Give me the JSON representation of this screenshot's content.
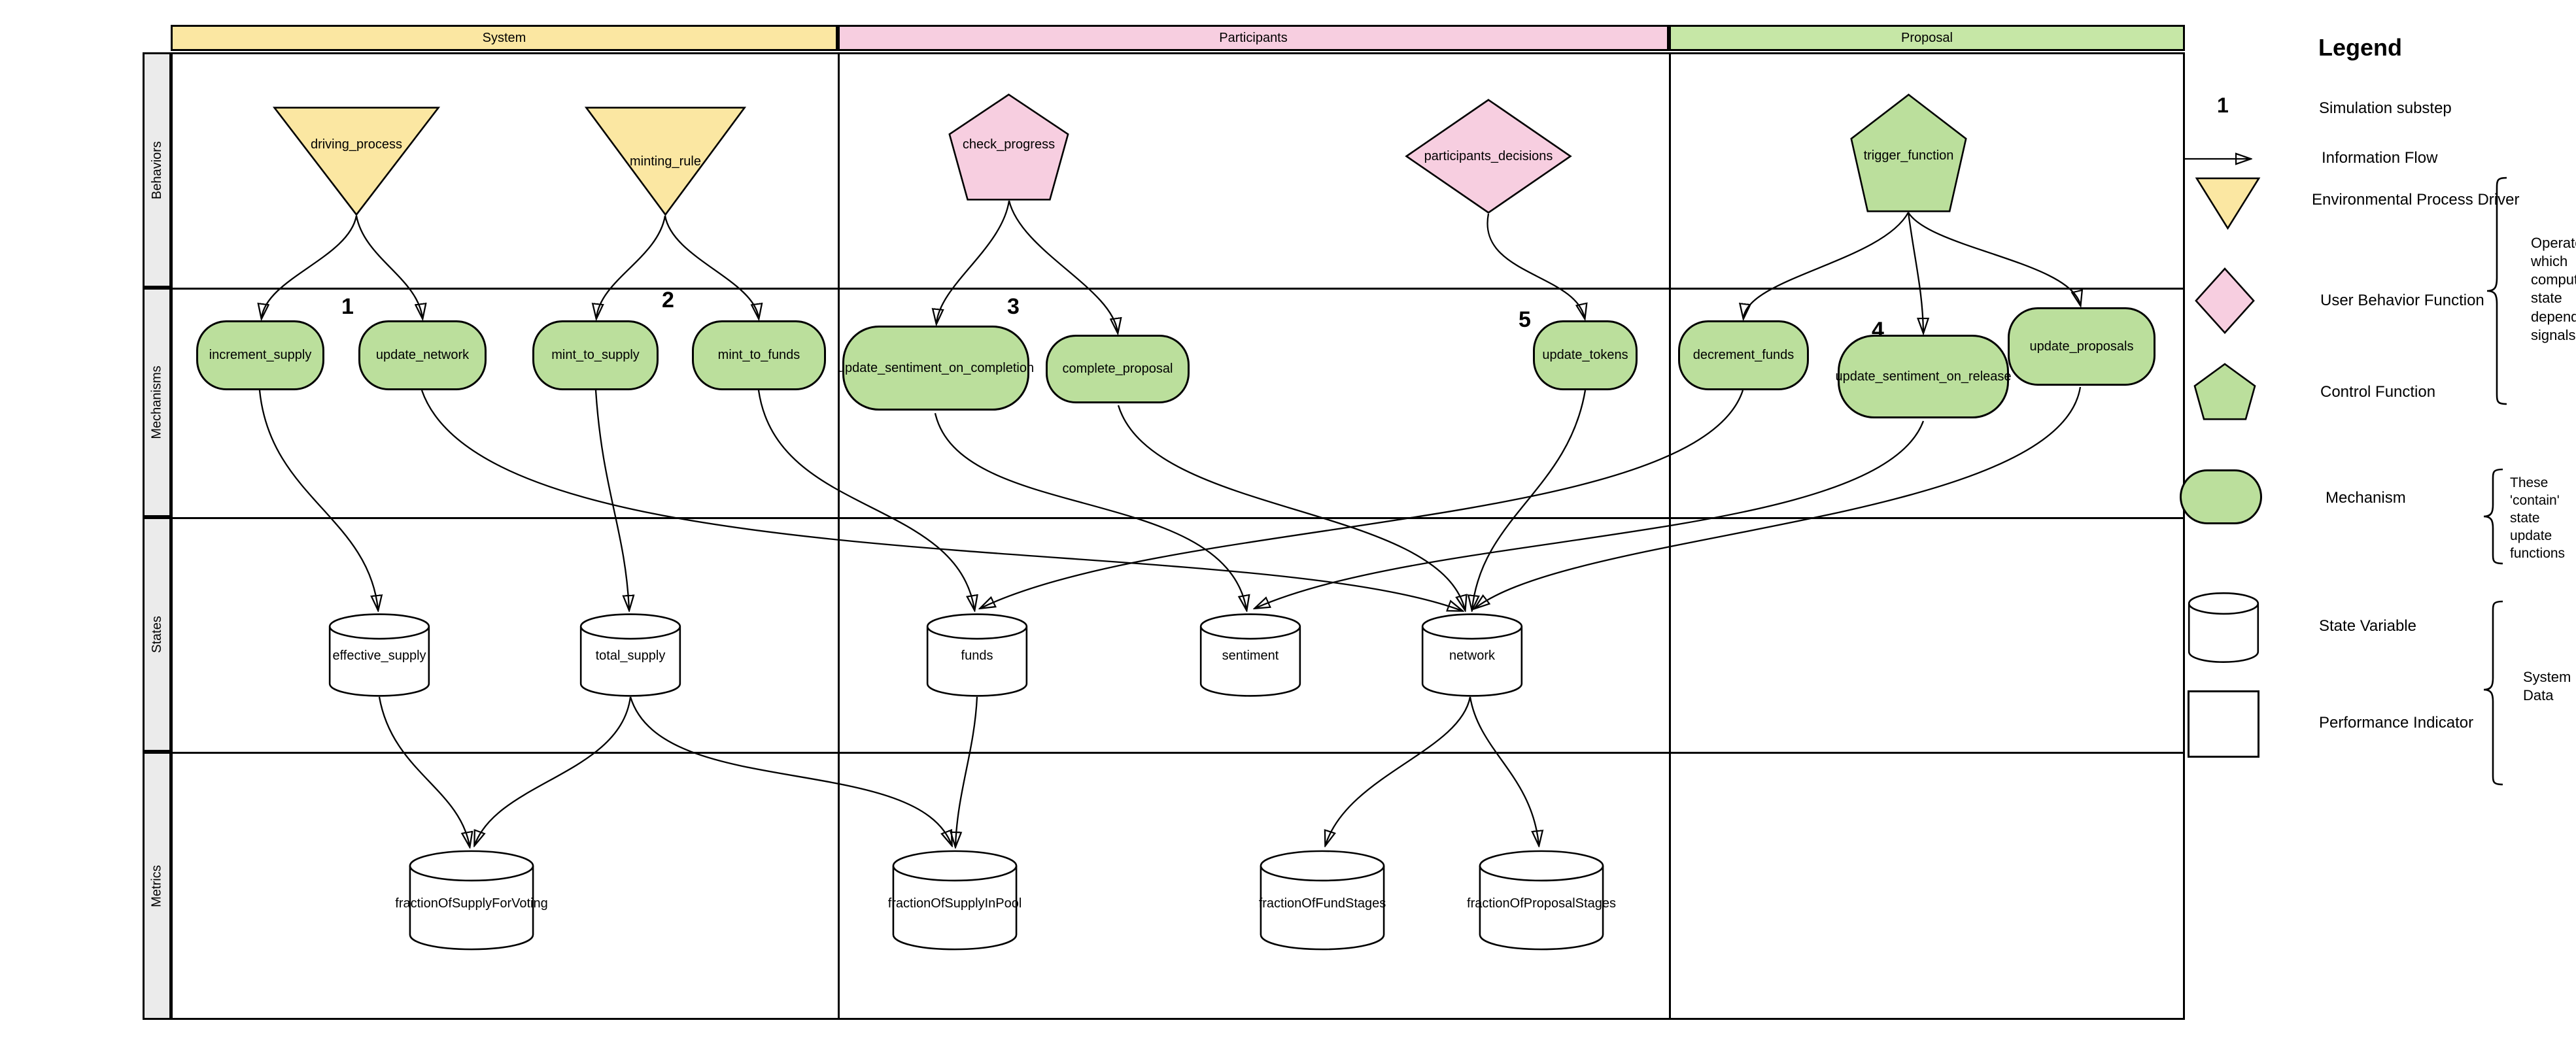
{
  "header": {
    "columns": [
      {
        "label": "System"
      },
      {
        "label": "Participants"
      },
      {
        "label": "Proposal"
      }
    ]
  },
  "rows": [
    {
      "label": "Behaviors"
    },
    {
      "label": "Mechanisms"
    },
    {
      "label": "States"
    },
    {
      "label": "Metrics"
    }
  ],
  "nodes": {
    "driving_process": "driving_process",
    "minting_rule": "minting_rule",
    "check_progress": "check_progress",
    "participants_decisions": "participants_decisions",
    "trigger_function": "trigger_function",
    "increment_supply": "increment_supply",
    "update_network": "update_network",
    "mint_to_supply": "mint_to_supply",
    "mint_to_funds": "mint_to_funds",
    "update_sentiment_on_completion": "update_sentiment_on_completion",
    "complete_proposal": "complete_proposal",
    "update_tokens": "update_tokens",
    "decrement_funds": "decrement_funds",
    "update_sentiment_on_release": "update_sentiment_on_release",
    "update_proposals": "update_proposals",
    "effective_supply": "effective_supply",
    "total_supply": "total_supply",
    "funds": "funds",
    "sentiment": "sentiment",
    "network": "network",
    "fractionOfSupplyForVoting": "fractionOfSupplyForVoting",
    "fractionOfSupplyInPool": "fractionOfSupplyInPool",
    "fractionOfFundStages": "fractionOfFundStages",
    "fractionOfProposalStages": "fractionOfProposalStages"
  },
  "substeps": {
    "one": "1",
    "two": "2",
    "three": "3",
    "four": "4",
    "five": "5"
  },
  "legend": {
    "title": "Legend",
    "substep_symbol": "1",
    "simulation_substep": "Simulation substep",
    "information_flow": "Information Flow",
    "environmental_process_driver": "Environmental Process Driver",
    "user_behavior_function": "User Behavior Function",
    "control_function": "Control Function",
    "mechanism": "Mechanism",
    "state_variable": "State Variable",
    "performance_indicator": "Performance Indicator",
    "operators_note": "Operators\nwhich\ncompute\nstate\ndependent\nsignals",
    "mechanism_note": "These\n'contain'\nstate\nupdate\nfunctions",
    "system_data_note": "System\nData"
  },
  "colors": {
    "yellow": "#FBE7A2",
    "pink": "#F7CEE0",
    "green": "#BBDF9C",
    "green_header": "#C6E7A6",
    "lane_label_bg": "#EBEBEB"
  }
}
